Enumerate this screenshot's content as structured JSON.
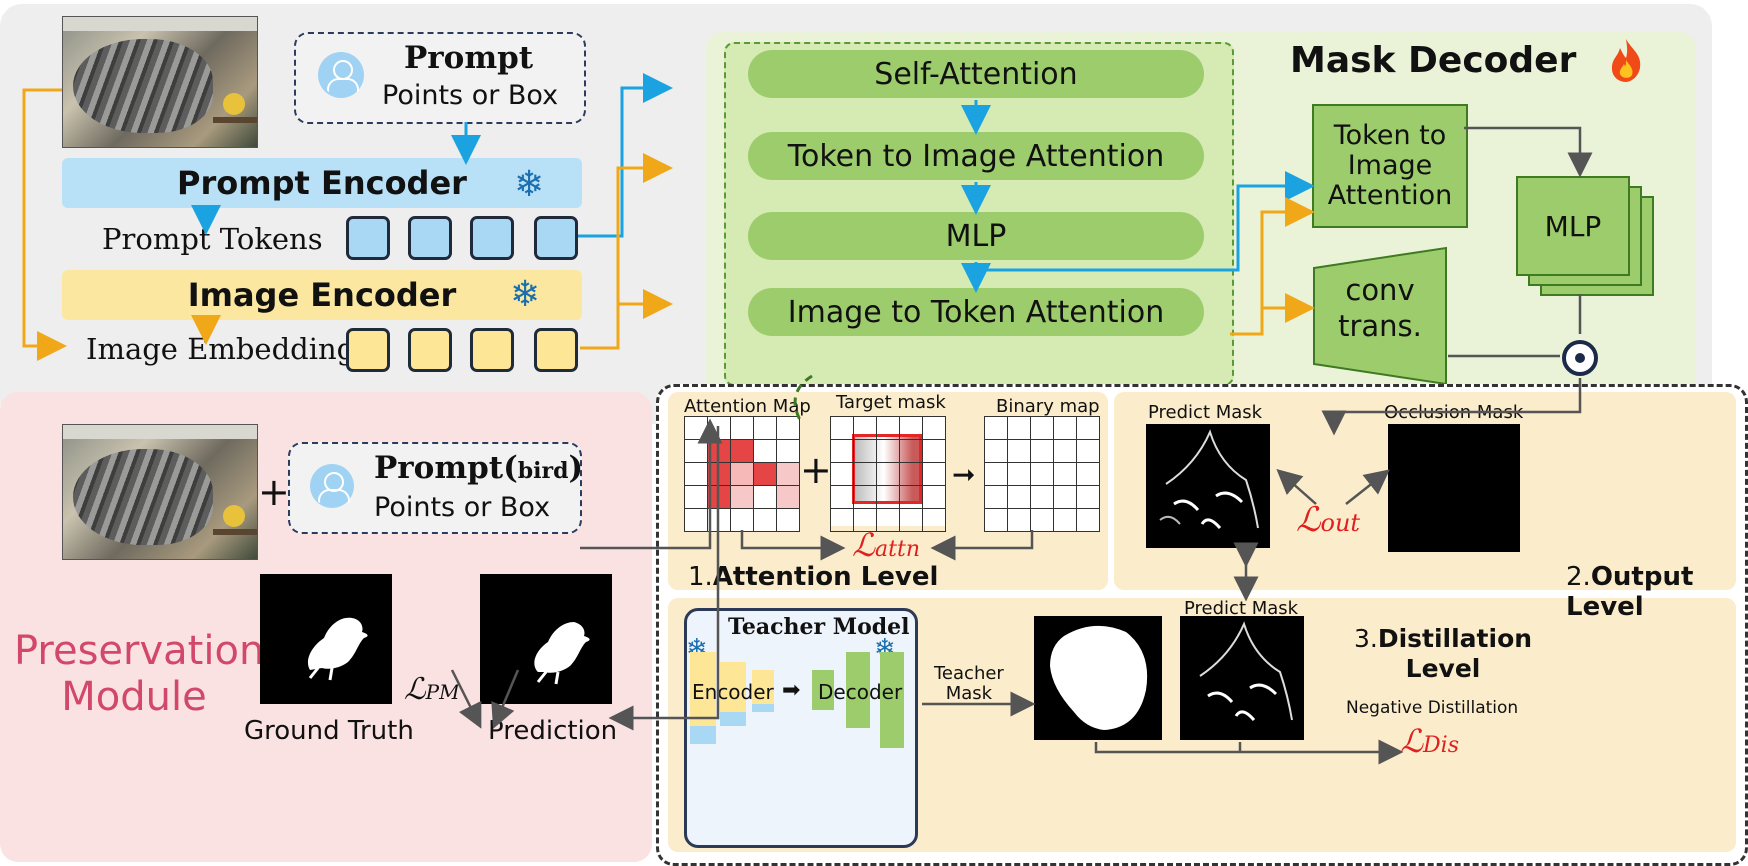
{
  "top": {
    "prompt_title": "Prompt",
    "prompt_sub": "Points or Box",
    "prompt_encoder": "Prompt Encoder",
    "prompt_tokens": "Prompt Tokens",
    "image_encoder": "Image Encoder",
    "image_embedding": "Image Embedding"
  },
  "decoder": {
    "title": "Mask Decoder",
    "self_attention": "Self-Attention",
    "token_to_image": "Token to Image Attention",
    "mlp": "MLP",
    "image_to_token": "Image to Token Attention",
    "token_to_image_box": [
      "Token to",
      "Image",
      "Attention"
    ],
    "conv_trans": [
      "conv",
      "trans."
    ],
    "mlp_stack": "MLP"
  },
  "preservation": {
    "prompt_title": "Prompt(",
    "prompt_bird": "bird",
    "prompt_close": ")",
    "prompt_sub": "Points or Box",
    "plus": "+",
    "module_line1": "Preservation",
    "module_line2": "Module",
    "ground_truth": "Ground Truth",
    "prediction": "Prediction",
    "loss_pm_main": "ℒ",
    "loss_pm_sub": "PM"
  },
  "attention_level": {
    "attention_map": "Attention Map",
    "target_mask": "Target mask",
    "binary_map": "Binary map",
    "plus": "+",
    "loss_main": "ℒ",
    "loss_sub": "attn",
    "number": "1.",
    "label": "Attention Level"
  },
  "output_level": {
    "predict_mask": "Predict Mask",
    "occlusion_mask": "Occlusion Mask",
    "loss_main": "ℒ",
    "loss_sub": "out",
    "number": "2.",
    "label": "Output Level"
  },
  "distillation_level": {
    "teacher_model": "Teacher Model",
    "encoder": "Encoder",
    "decoder": "Decoder",
    "teacher_mask": [
      "Teacher",
      "Mask"
    ],
    "predict_mask": "Predict Mask",
    "number": "3.",
    "label_line1": "Distillation",
    "label_line2": "Level",
    "negative": "Negative Distillation",
    "loss_main": "ℒ",
    "loss_sub": "Dis"
  },
  "colors": {
    "blue_arrow": "#1aa3e0",
    "orange_arrow": "#f0a818",
    "green_block": "#9dcc6c",
    "prompt_encoder_bg": "#b8e0f6",
    "image_encoder_bg": "#fbe7a0",
    "loss_red": "#e02020",
    "module_pink": "#d2486a"
  },
  "icons": [
    "person-icon",
    "snowflake-icon",
    "fire-icon",
    "odot-icon",
    "arrow-right-icon"
  ]
}
